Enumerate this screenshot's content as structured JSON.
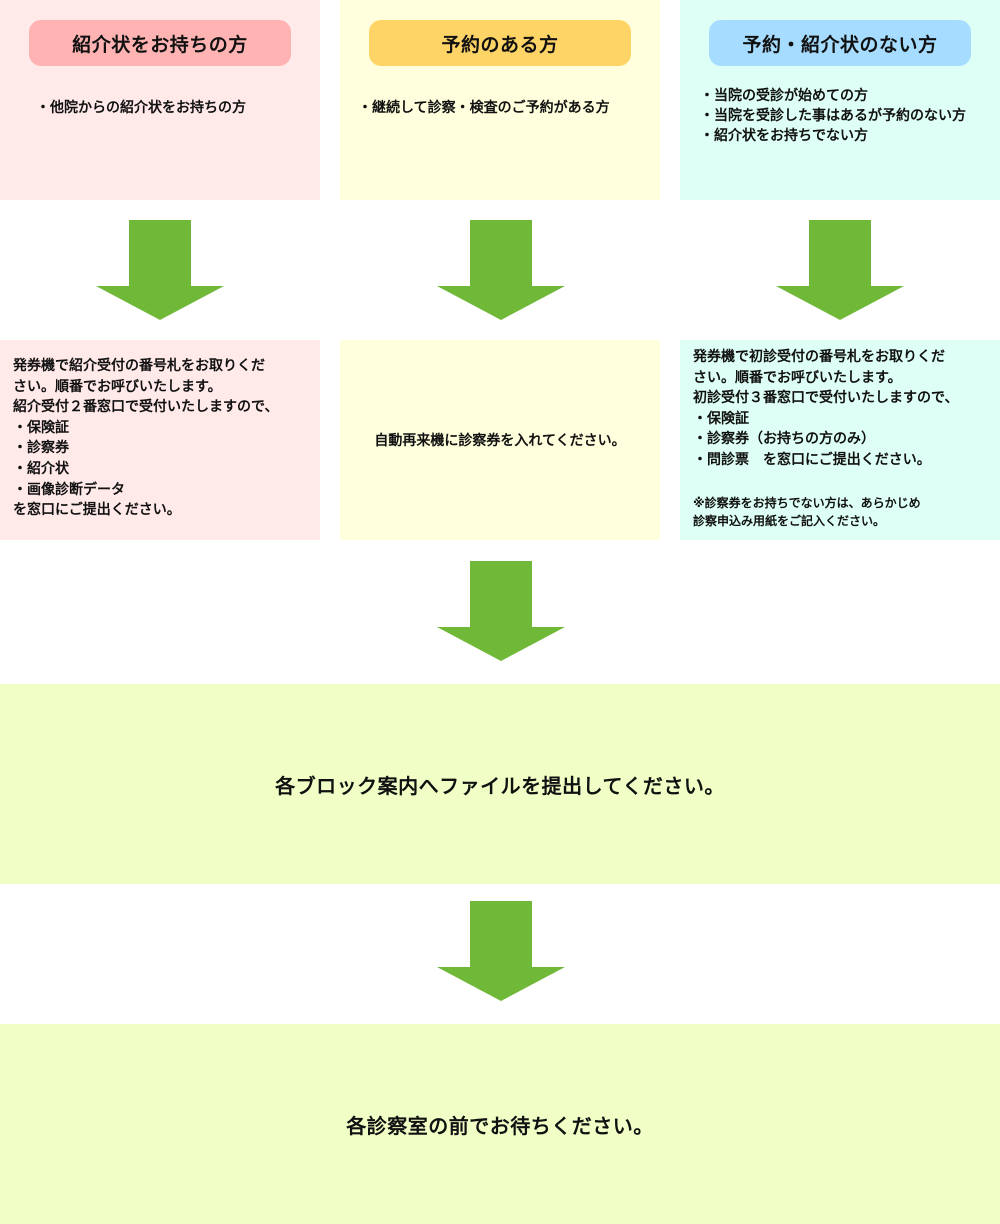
{
  "colors": {
    "arrow": "#70b838",
    "pink_bg": "#ffe9e9",
    "yellow_bg": "#ffffdd",
    "mint_bg": "#ddfff5",
    "lime_bg": "#efffc6",
    "pink_pill": "#ffb3b3",
    "yellow_pill": "#ffd466",
    "blue_pill": "#a6dcff"
  },
  "categories": [
    {
      "title": "紹介状をお持ちの方",
      "bullets": [
        "・他院からの紹介状をお持ちの方"
      ]
    },
    {
      "title": "予約のある方",
      "bullets": [
        "・継続して診察・検査のご予約がある方"
      ]
    },
    {
      "title": "予約・紹介状のない方",
      "bullets": [
        "・当院の受診が始めての方",
        "・当院を受診した事はあるが予約のない方",
        "・紹介状をお持ちでない方"
      ]
    }
  ],
  "instructions": {
    "referral": [
      "発券機で紹介受付の番号札をお取りくだ",
      "さい。順番でお呼びいたします。",
      "紹介受付２番窓口で受付いたしますので、",
      "・保険証",
      "・診察券",
      "・紹介状",
      "・画像診断データ",
      "を窓口にご提出ください。"
    ],
    "reserved": "自動再来機に診察券を入れてください。",
    "new": [
      "発券機で初診受付の番号札をお取りくだ",
      "さい。順番でお呼びいたします。",
      "初診受付３番窓口で受付いたしますので、",
      "・保険証",
      "・診察券（お持ちの方のみ）",
      "・問診票　を窓口にご提出ください。"
    ],
    "new_note": [
      "※診察券をお持ちでない方は、あらかじめ",
      "診察申込み用紙をご記入ください。"
    ]
  },
  "steps": {
    "file_submit": "各ブロック案内へファイルを提出してください。",
    "wait": "各診察室の前でお待ちください。"
  }
}
